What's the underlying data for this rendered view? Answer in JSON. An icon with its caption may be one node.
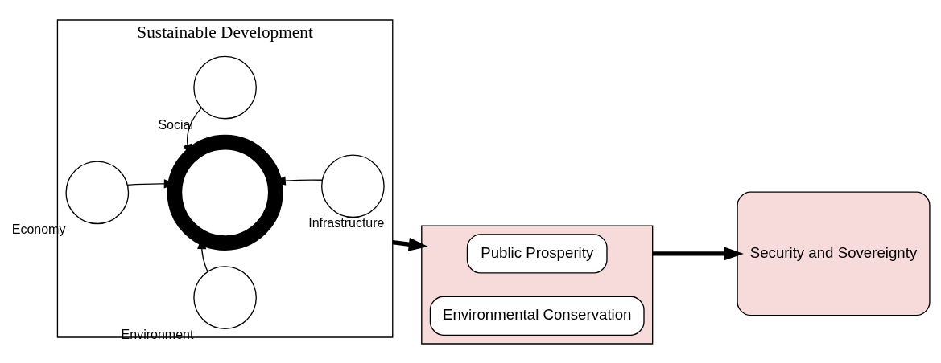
{
  "diagram": {
    "nodes": [
      {
        "text": [
          "Sustainable Development"
        ]
      },
      {
        "text": [],
        "shape": "circle",
        "beside": [
          "Social"
        ],
        "in": 0
      },
      {
        "text": [],
        "shape": "circle",
        "beside": [
          "Economy"
        ],
        "in": 0
      },
      {
        "text": [],
        "shape": "circle",
        "in": 0
      },
      {
        "text": [],
        "shape": "circle",
        "beside": [
          "Infrastructure"
        ],
        "in": 0
      },
      {
        "text": [],
        "shape": "circle",
        "beside": [
          "Environment"
        ],
        "in": 0
      },
      {
        "text": [],
        "shape": "box"
      },
      {
        "text": [
          "Public Prosperity"
        ],
        "in": 6
      },
      {
        "text": [
          "Environmental Conservation"
        ],
        "in": 6
      },
      {
        "text": [
          "Security and Sovereignty"
        ]
      }
    ],
    "edges": [
      {
        "from": 1,
        "to": 3,
        "arrow": "to"
      },
      {
        "from": 2,
        "to": 3,
        "arrow": "to"
      },
      {
        "from": 4,
        "to": 3,
        "arrow": "to"
      },
      {
        "from": 5,
        "to": 3,
        "arrow": "to"
      },
      {
        "from": 0,
        "to": 6,
        "arrow": "to",
        "style": "thick"
      },
      {
        "from": 6,
        "to": 9,
        "arrow": "to",
        "style": "thick"
      }
    ]
  }
}
